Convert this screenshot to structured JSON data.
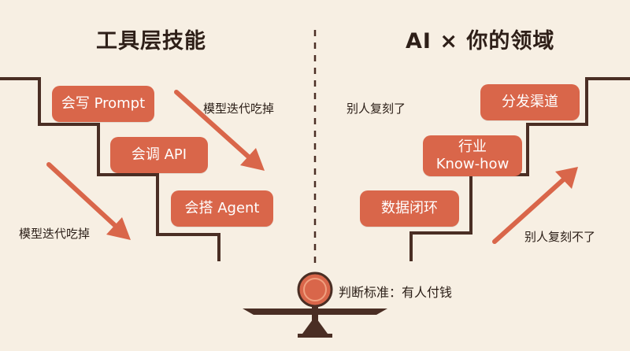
{
  "left_section": {
    "title": "工具层技能",
    "steps": [
      "会写 Prompt",
      "会调 API",
      "会搭 Agent"
    ],
    "arrow_note_top": "模型迭代吃掉",
    "arrow_note_bottom": "模型迭代吃掉"
  },
  "right_section": {
    "title": "AI × 你的领域",
    "steps": [
      {
        "line1": "数据闭环",
        "line2": ""
      },
      {
        "line1": "行业",
        "line2": "Know-how"
      },
      {
        "line1": "分发渠道",
        "line2": ""
      }
    ],
    "note_top": "别人复刻了",
    "note_bottom": "别人复刻不了"
  },
  "criterion": "判断标准：有人付钱",
  "colors": {
    "background": "#f7efe3",
    "accent": "#d9664a",
    "stair": "#4a2e24"
  }
}
